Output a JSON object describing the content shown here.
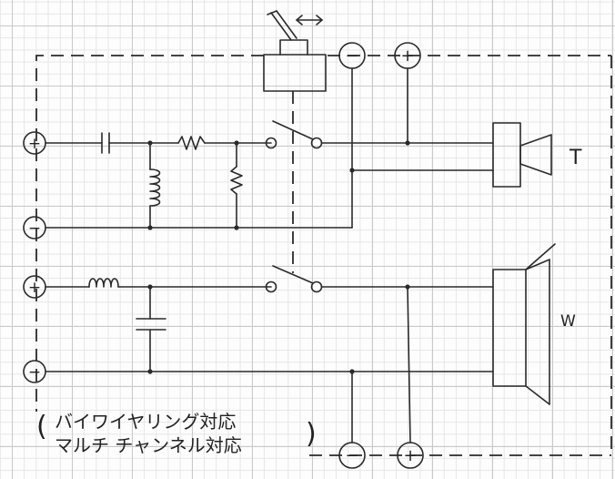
{
  "terminals": {
    "plus": "+",
    "minus": "−"
  },
  "labels": {
    "tweeter": "T",
    "woofer": "W",
    "note_line1": "バイワイヤリング対応",
    "note_line2": "マルチ チャンネル対応",
    "paren_open": "(",
    "paren_close": ")"
  },
  "colors": {
    "ink": "#2a2a2a",
    "grid_major": "#c9c9c9",
    "grid_minor": "#e6e6e6"
  }
}
